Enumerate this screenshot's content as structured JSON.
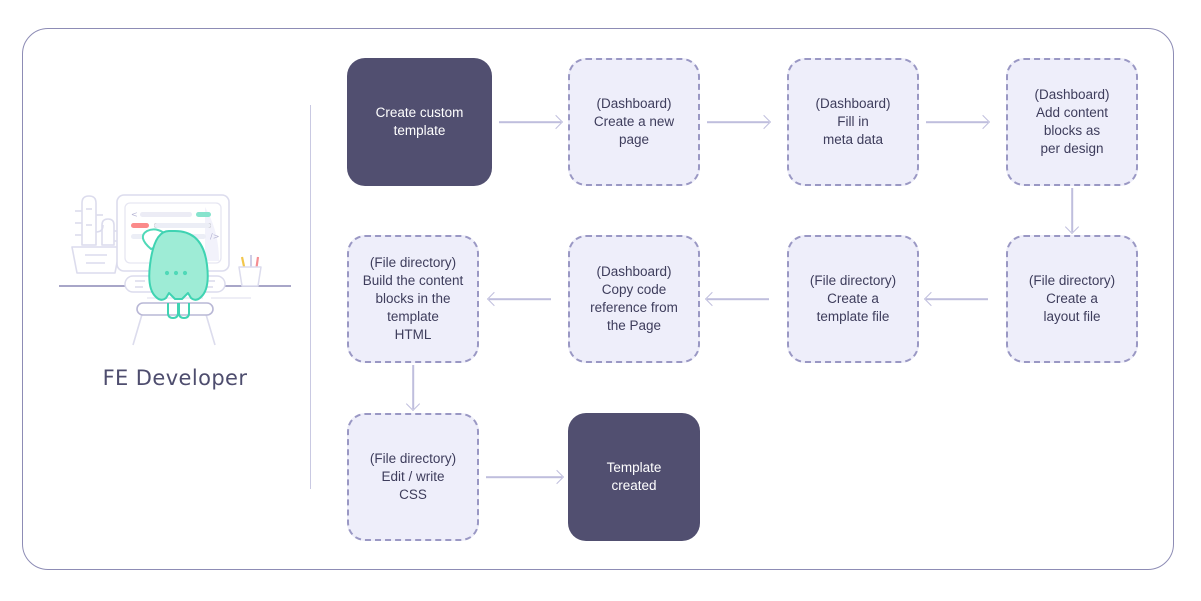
{
  "illustration": {
    "caption": "FE Developer",
    "mascot_color": "#8fe8d2",
    "screen_accent_mint": "#86e3cd",
    "screen_accent_red": "#fb8a8a",
    "code_bracket_open": "<",
    "code_bracket_close": "/>",
    "pencil_yellow": "#f2c64b",
    "pencil_pink": "#f58e92"
  },
  "theme": {
    "frame_border": "#8d8cb5",
    "divider": "#c9c9e2",
    "solid_node_bg": "#514f70",
    "solid_node_text": "#ffffff",
    "dashed_node_bg": "#eeeefa",
    "dashed_node_border": "#9a98c4",
    "dashed_node_text": "#3e3d5c",
    "connector": "#bfbedd"
  },
  "flow": {
    "nodes": [
      {
        "id": "create-custom-template",
        "label": "Create custom\ntemplate",
        "style": "solid"
      },
      {
        "id": "create-new-page",
        "label": "(Dashboard)\nCreate a new\npage",
        "style": "dashed"
      },
      {
        "id": "fill-in-meta-data",
        "label": "(Dashboard)\nFill in\nmeta data",
        "style": "dashed"
      },
      {
        "id": "add-content-blocks",
        "label": "(Dashboard)\nAdd content\nblocks as\nper design",
        "style": "dashed"
      },
      {
        "id": "create-layout-file",
        "label": "(File directory)\nCreate a\nlayout file",
        "style": "dashed"
      },
      {
        "id": "create-template-file",
        "label": "(File directory)\nCreate a\ntemplate file",
        "style": "dashed"
      },
      {
        "id": "copy-code-reference",
        "label": "(Dashboard)\nCopy code\nreference from\nthe Page",
        "style": "dashed"
      },
      {
        "id": "build-content-blocks",
        "label": "(File directory)\nBuild the content\nblocks in the\ntemplate\nHTML",
        "style": "dashed"
      },
      {
        "id": "edit-write-css",
        "label": "(File directory)\nEdit / write\nCSS",
        "style": "dashed"
      },
      {
        "id": "template-created",
        "label": "Template\ncreated",
        "style": "solid"
      }
    ]
  }
}
